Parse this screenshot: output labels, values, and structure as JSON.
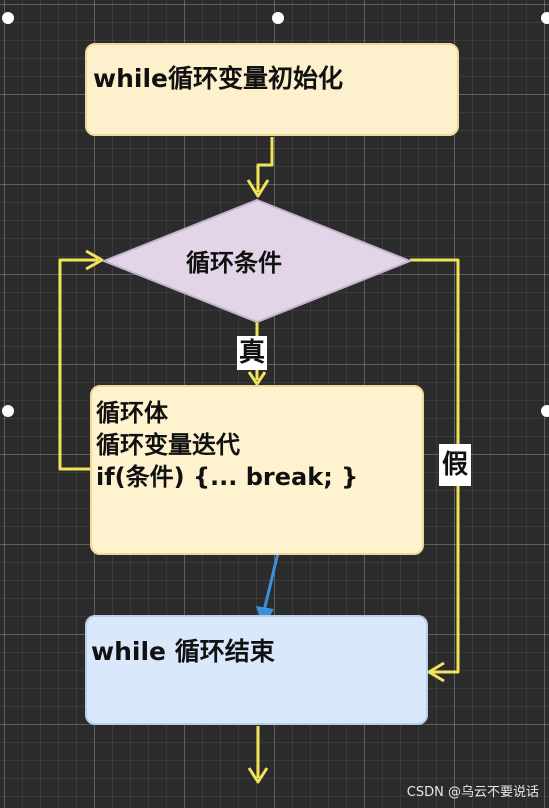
{
  "nodes": {
    "init": "while循环变量初始化",
    "condition": "循环条件",
    "body_lines": [
      "循环体",
      "循环变量迭代",
      "if(条件) {... break; }"
    ],
    "end": "while 循环结束"
  },
  "edge_labels": {
    "true": "真",
    "false": "假"
  },
  "watermark": "CSDN @乌云不要说话",
  "colors": {
    "background": "#2b2b2b",
    "arrow_yellow": "#f0e35a",
    "arrow_blue": "#3d8fdc",
    "init_fill": "#fdf0cc",
    "body_fill": "#fff3cf",
    "end_fill": "#dae8fc",
    "diamond_fill": "#e1d5e7"
  }
}
